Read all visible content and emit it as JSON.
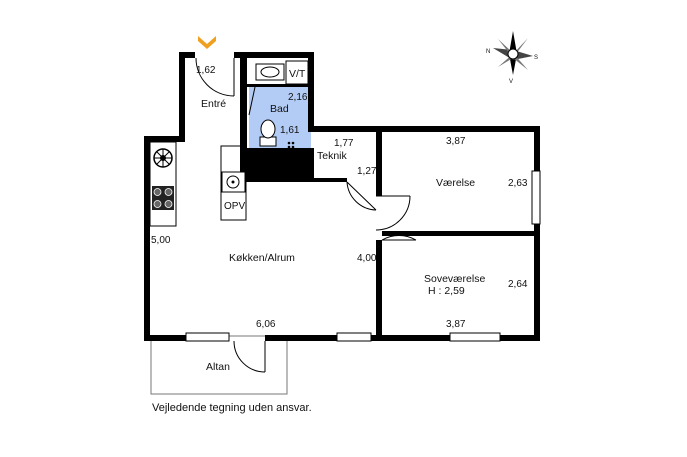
{
  "plan": {
    "rooms": {
      "entre": "Entré",
      "bad": "Bad",
      "vt": "V/T",
      "teknik": "Teknik",
      "vaerelse": "Værelse",
      "kokken": "Køkken/Alrum",
      "sovevaerelse": "Soveværelse",
      "sove_height": "H : 2,59",
      "altan": "Altan",
      "opv": "OPV"
    },
    "dimensions": {
      "entre_width": "1,62",
      "bad_width": "2,16",
      "bad_depth": "1,61",
      "teknik_width": "1,77",
      "teknik_depth": "1,27",
      "vaerelse_width": "3,87",
      "vaerelse_depth": "2,63",
      "kokken_depth": "5,00",
      "kokken_width2": "4,00",
      "sove_depth": "2,64",
      "sove_width": "3,87",
      "kokken_width": "6,06"
    },
    "compass": {
      "n": "N",
      "s": "S",
      "v": "V"
    },
    "colors": {
      "wall": "#000000",
      "bathroom": "#b3ccf5",
      "entry_marker": "#f0a020"
    }
  },
  "disclaimer": "Vejledende tegning uden ansvar."
}
